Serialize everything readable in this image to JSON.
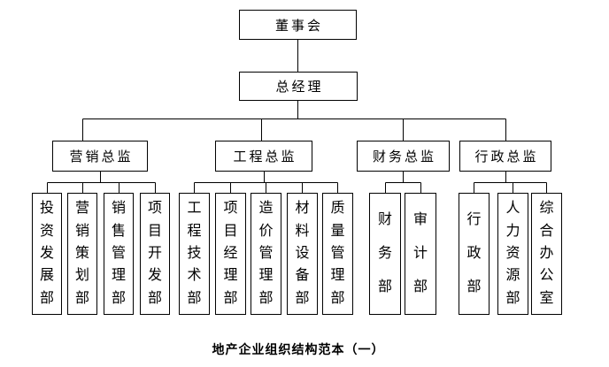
{
  "org_chart": {
    "board": "董事会",
    "general_manager": "总经理",
    "branches": [
      {
        "director": "营销总监",
        "departments": [
          "投资发展部",
          "营销策划部",
          "销售管理部",
          "项目开发部"
        ]
      },
      {
        "director": "工程总监",
        "departments": [
          "工程技术部",
          "项目经理部",
          "造价管理部",
          "材料设备部",
          "质量管理部"
        ]
      },
      {
        "director": "财务总监",
        "departments": [
          "财务部",
          "审计部"
        ]
      },
      {
        "director": "行政总监",
        "departments": [
          "行政部",
          "人力资源部",
          "综合办公室"
        ]
      }
    ],
    "caption": "地产企业组织结构范本（一）"
  },
  "colors": {
    "background": "#ffffff",
    "line": "#000000",
    "box_border": "#000000",
    "text": "#000000"
  }
}
